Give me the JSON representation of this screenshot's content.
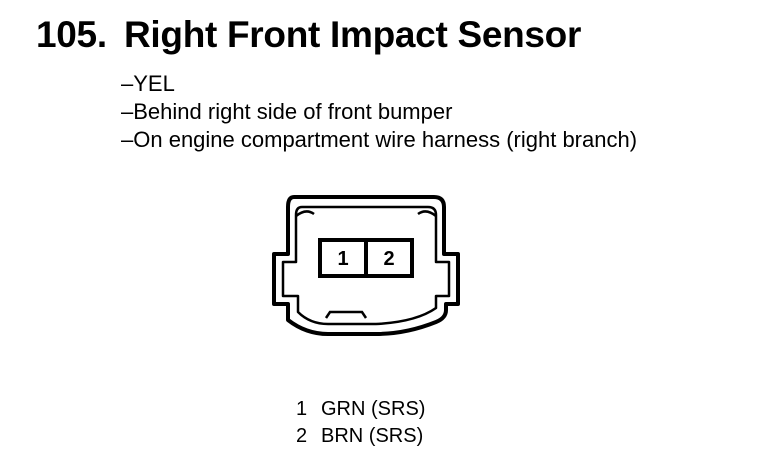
{
  "title": {
    "number": "105.",
    "text": "Right Front Impact Sensor"
  },
  "details": [
    "YEL",
    "Behind right side of front bumper",
    "On engine compartment wire harness (right branch)"
  ],
  "connector": {
    "pins": [
      "1",
      "2"
    ]
  },
  "pin_list": [
    {
      "pin": "1",
      "circuit": "GRN (SRS)"
    },
    {
      "pin": "2",
      "circuit": "BRN (SRS)"
    }
  ]
}
